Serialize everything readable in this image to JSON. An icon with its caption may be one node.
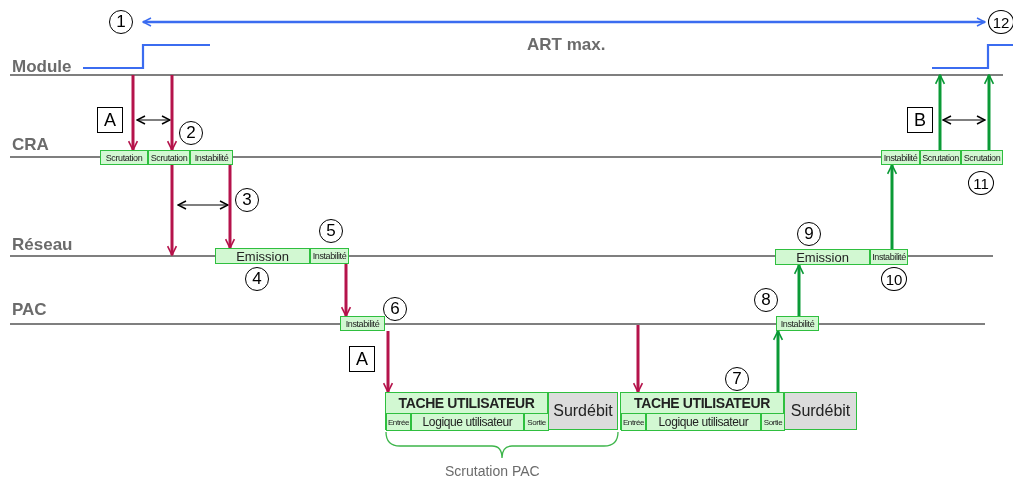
{
  "diagram": {
    "nodes": [
      {
        "text": [
          "Scrutation"
        ]
      },
      {
        "text": [
          "Scrutation"
        ]
      },
      {
        "text": [
          "Instabilité"
        ]
      },
      {
        "text": [
          "Emission"
        ]
      },
      {
        "text": [
          "Instabilité"
        ]
      },
      {
        "text": [
          "Instabilité"
        ]
      },
      {
        "text": [
          "TACHE UTILISATEUR"
        ]
      },
      {
        "text": [
          "Entrée"
        ],
        "in": 6
      },
      {
        "text": [
          "Logique utilisateur"
        ],
        "in": 6
      },
      {
        "text": [
          "Sortie"
        ],
        "in": 6
      },
      {
        "text": [
          "Surdébit"
        ]
      },
      {
        "text": [
          "TACHE UTILISATEUR"
        ]
      },
      {
        "text": [
          "Entrée"
        ],
        "in": 11
      },
      {
        "text": [
          "Logique utilisateur"
        ],
        "in": 11
      },
      {
        "text": [
          "Sortie"
        ],
        "in": 11
      },
      {
        "text": [
          "Surdébit"
        ]
      },
      {
        "text": [
          "Instabilité"
        ]
      },
      {
        "text": [
          "Emission"
        ]
      },
      {
        "text": [
          "Instabilité"
        ]
      },
      {
        "text": [
          "Instabilité"
        ]
      },
      {
        "text": [
          "Scrutation"
        ]
      },
      {
        "text": [
          "Scrutation"
        ]
      }
    ],
    "edges": [
      {
        "from": null,
        "to": 0,
        "arrow": "to"
      },
      {
        "from": null,
        "to": 1,
        "arrow": "to"
      },
      {
        "from": 1,
        "to": null,
        "arrow": "to"
      },
      {
        "from": 2,
        "to": 3,
        "arrow": "to"
      },
      {
        "from": 4,
        "to": 5,
        "arrow": "to"
      },
      {
        "from": 5,
        "to": 6,
        "arrow": "to"
      },
      {
        "from": null,
        "to": 11,
        "arrow": "to"
      },
      {
        "from": 11,
        "to": 16,
        "arrow": "to",
        "color": "#0a9a36"
      },
      {
        "from": 16,
        "to": 17,
        "arrow": "to",
        "color": "#0a9a36"
      },
      {
        "from": 18,
        "to": 19,
        "arrow": "to",
        "color": "#0a9a36"
      },
      {
        "from": 20,
        "to": null,
        "arrow": "to",
        "color": "#0a9a36"
      },
      {
        "from": 21,
        "to": null,
        "arrow": "to",
        "color": "#0a9a36"
      }
    ],
    "labels": [
      "1",
      "12",
      "ART max.",
      "Module",
      "A",
      "B",
      "2",
      "CRA",
      "11",
      "3",
      "5",
      "9",
      "Réseau",
      "4",
      "10",
      "8",
      "PAC",
      "6",
      "A",
      "7",
      "Scrutation PAC"
    ]
  }
}
